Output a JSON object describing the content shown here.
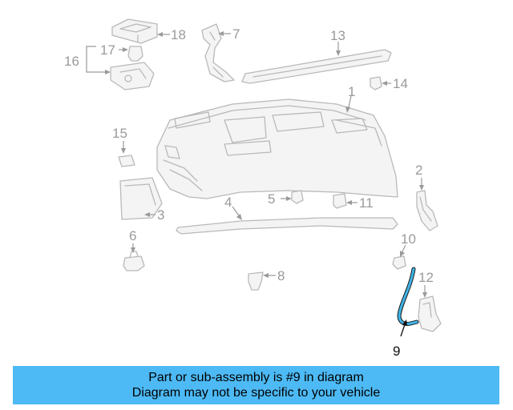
{
  "diagram": {
    "callouts": [
      "1",
      "2",
      "3",
      "4",
      "5",
      "6",
      "7",
      "8",
      "9",
      "10",
      "11",
      "12",
      "13",
      "14",
      "15",
      "16",
      "17",
      "18"
    ],
    "highlight_color": "#3fb5e8",
    "highlighted_part": "9"
  },
  "banner": {
    "line1": "Part or sub-assembly is #9 in diagram",
    "line2": "Diagram may not be specific to your vehicle",
    "color": "#4dbaf5"
  }
}
